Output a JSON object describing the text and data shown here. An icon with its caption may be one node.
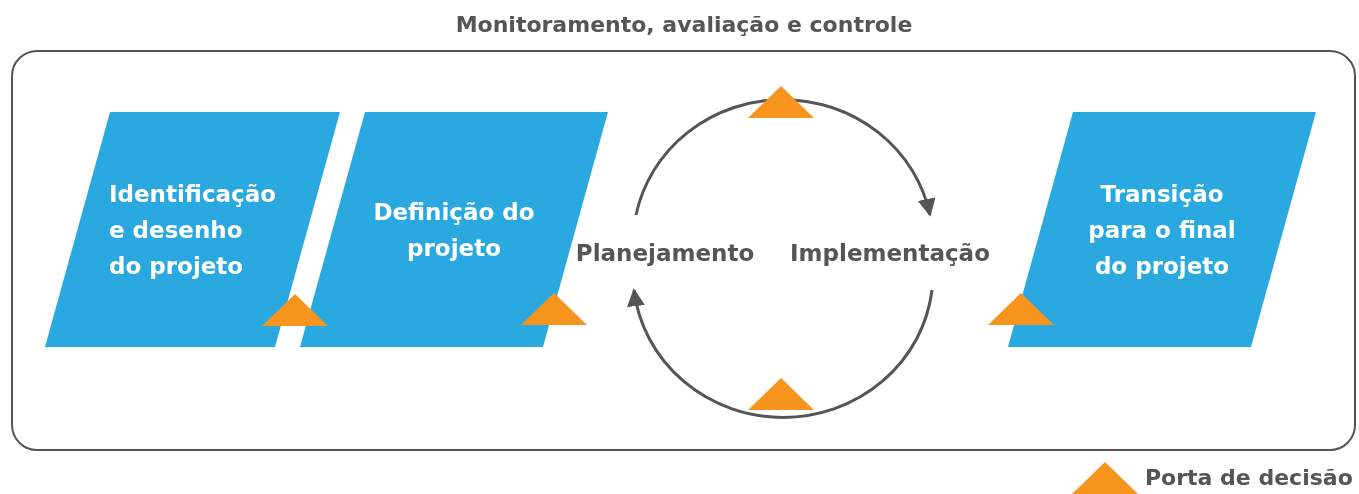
{
  "diagram": {
    "nodes": [
      {
        "text": [
          "Monitoramento, avaliação e controle"
        ]
      },
      {
        "text": [
          "Identificação e desenho do projeto"
        ],
        "in": 0
      },
      {
        "text": [
          "Definição do projeto"
        ],
        "in": 0
      },
      {
        "text": [
          "Planejamento"
        ],
        "in": 0
      },
      {
        "text": [
          "Implementação"
        ],
        "in": 0
      },
      {
        "text": [
          "Transição para o final do projeto"
        ],
        "in": 0
      }
    ],
    "edges": [
      {
        "from": 3,
        "to": 4,
        "arrow": "to"
      },
      {
        "from": 4,
        "to": 3,
        "arrow": "to"
      }
    ],
    "legend": [
      {
        "text": "Porta de decisão"
      }
    ]
  }
}
